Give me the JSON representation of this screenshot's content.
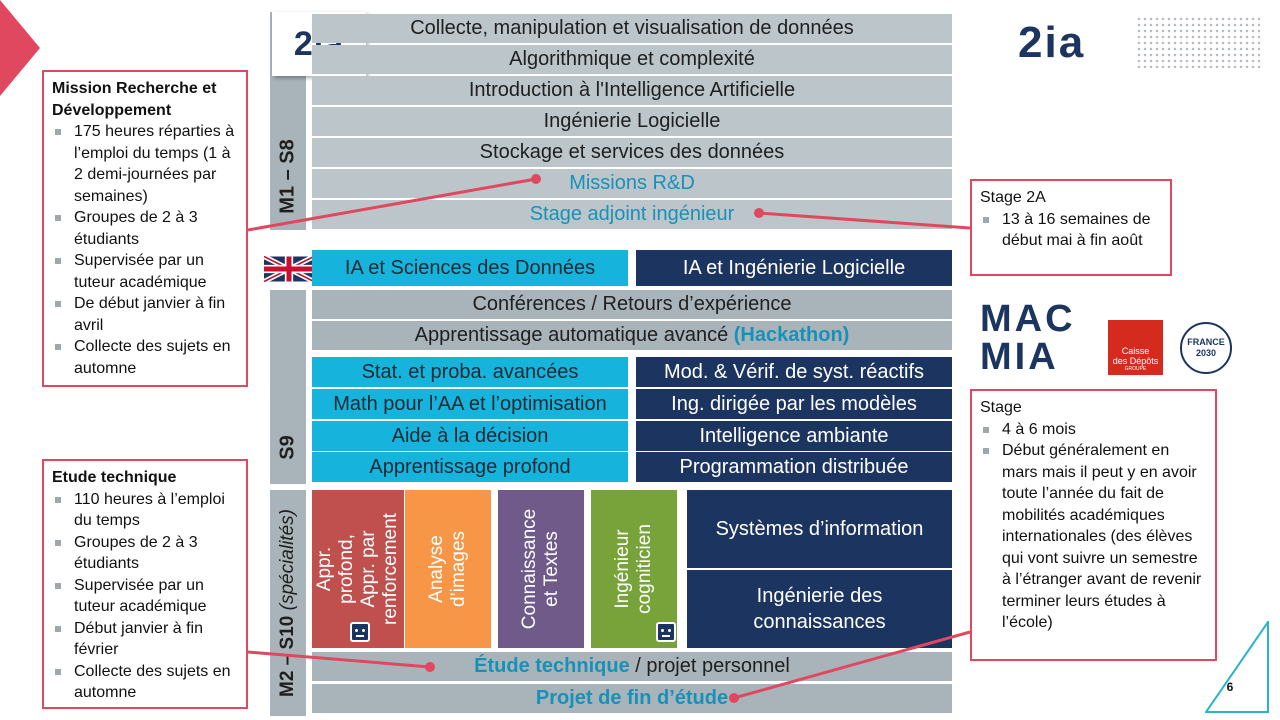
{
  "logo_text": "2ia",
  "top_logo_text": "2ia",
  "m1": {
    "sidebar_label": "M1 – S8",
    "rows": [
      "Collecte, manipulation et visualisation de données",
      "Algorithmique et complexité",
      "Introduction à l'Intelligence Artificielle",
      "Ingénierie Logicielle",
      "Stockage et services des données",
      "Missions R&D",
      "Stage adjoint ingénieur"
    ]
  },
  "tracks": {
    "left": "IA et Sciences des Données",
    "right": "IA et Ingénierie Logicielle"
  },
  "s9": {
    "sidebar_label": "S9",
    "common_rows": [
      "Conférences / Retours d’expérience",
      "Apprentissage automatique avancé "
    ],
    "hackathon": "(Hackathon)",
    "left_rows": [
      "Stat. et proba. avancées",
      "Math pour l’AA et l’optimisation",
      "Aide à la décision",
      "Apprentissage profond"
    ],
    "right_rows": [
      "Mod. & Vérif. de syst. réactifs",
      "Ing. dirigée par les modèles",
      "Intelligence ambiante",
      "Programmation distribuée"
    ]
  },
  "s10": {
    "sidebar_label_main": "M2 – S10 ",
    "sidebar_label_sub": "(spécialités)",
    "specialties": [
      "Appr. profond,\nAppr. par\nrenforcement",
      "Analyse\nd’images",
      "Connaissance\net Textes",
      "Ingénieur\ncogniticien"
    ],
    "right_blocks": [
      "Systèmes d’information",
      "Ingénierie des\nconnaissances"
    ],
    "etude_bold": "Étude technique",
    "etude_rest": " / projet personnel",
    "projet": "Projet de fin d’étude"
  },
  "callouts": {
    "mission": {
      "title": "Mission Recherche et Développement",
      "items": [
        "175 heures réparties à l’emploi du temps (1 à 2 demi-journées par semaines)",
        "Groupes de 2 à 3 étudiants",
        "Supervisée par un tuteur académique",
        "De début janvier à fin avril",
        "Collecte des sujets en automne"
      ]
    },
    "etude": {
      "title": "Etude technique",
      "items": [
        "110 heures à l’emploi du temps",
        "Groupes de 2 à 3 étudiants",
        "Supervisée par un tuteur académique",
        "Début janvier à fin février",
        "Collecte des sujets en automne"
      ]
    },
    "stage2a": {
      "title": "Stage 2A",
      "items": [
        "13 à 16 semaines de début mai à fin août"
      ]
    },
    "stage": {
      "title": "Stage",
      "items": [
        "4 à 6 mois",
        "Début généralement en mars mais il peut y en avoir toute l’année du fait de mobilités académiques internationales (des élèves qui vont suivre un semestre à l’étranger avant de revenir terminer leurs études à l’école)"
      ]
    }
  },
  "partners": {
    "macmia": "MAC\nMIA",
    "caisse": "Caisse\ndes Dépôts",
    "caisse_sub": "GROUPE",
    "france": "FRANCE\n2030"
  },
  "page_number": "6",
  "colors": {
    "accent_red": "#e0485f",
    "navy": "#1c3560",
    "cyan": "#16b4dc",
    "grey": "#bcc5ca",
    "spec_red": "#c0504d",
    "spec_orange": "#f79646",
    "spec_purple": "#6f5a8a",
    "spec_green": "#77a33a",
    "teal": "#1891b9"
  }
}
